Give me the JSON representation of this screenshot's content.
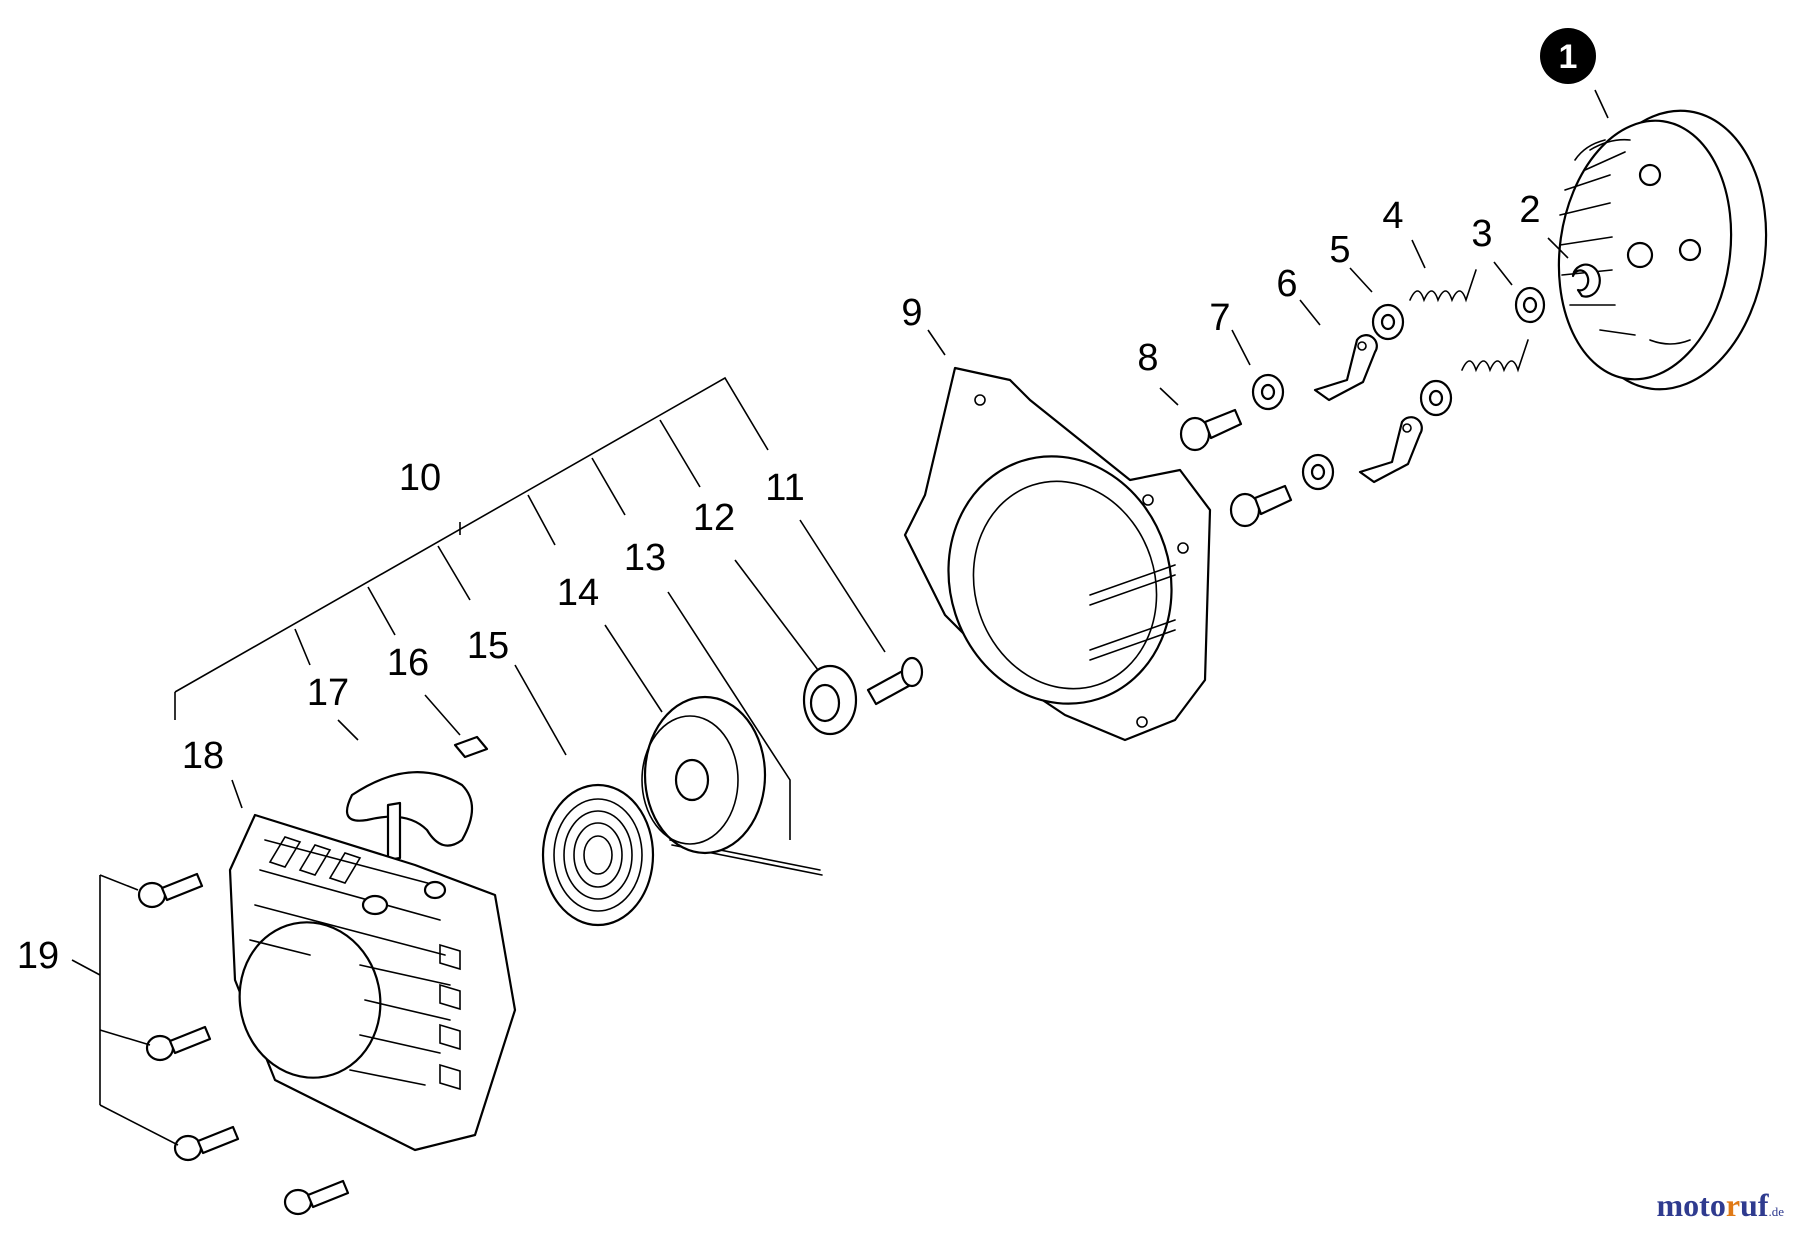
{
  "diagram": {
    "callouts": {
      "c1": "1",
      "c2": "2",
      "c3": "3",
      "c4": "4",
      "c5": "5",
      "c6": "6",
      "c7": "7",
      "c8": "8",
      "c9": "9",
      "c10": "10",
      "c11": "11",
      "c12": "12",
      "c13": "13",
      "c14": "14",
      "c15": "15",
      "c16": "16",
      "c17": "17",
      "c18": "18",
      "c19": "19"
    }
  },
  "watermark": {
    "part_a": "moto",
    "part_b": "r",
    "part_c": "uf",
    "tld": ".de"
  }
}
